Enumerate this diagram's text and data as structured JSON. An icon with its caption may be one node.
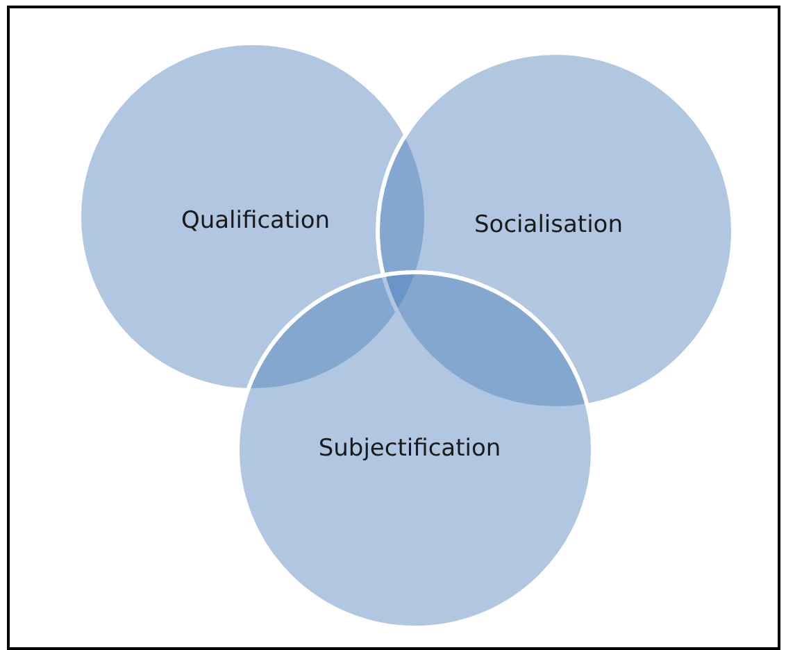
{
  "diagram": {
    "nodes": [
      {
        "text": [
          "Qualification"
        ]
      },
      {
        "text": [
          "Socialisation"
        ]
      },
      {
        "text": [
          "Subjectification"
        ]
      }
    ]
  }
}
